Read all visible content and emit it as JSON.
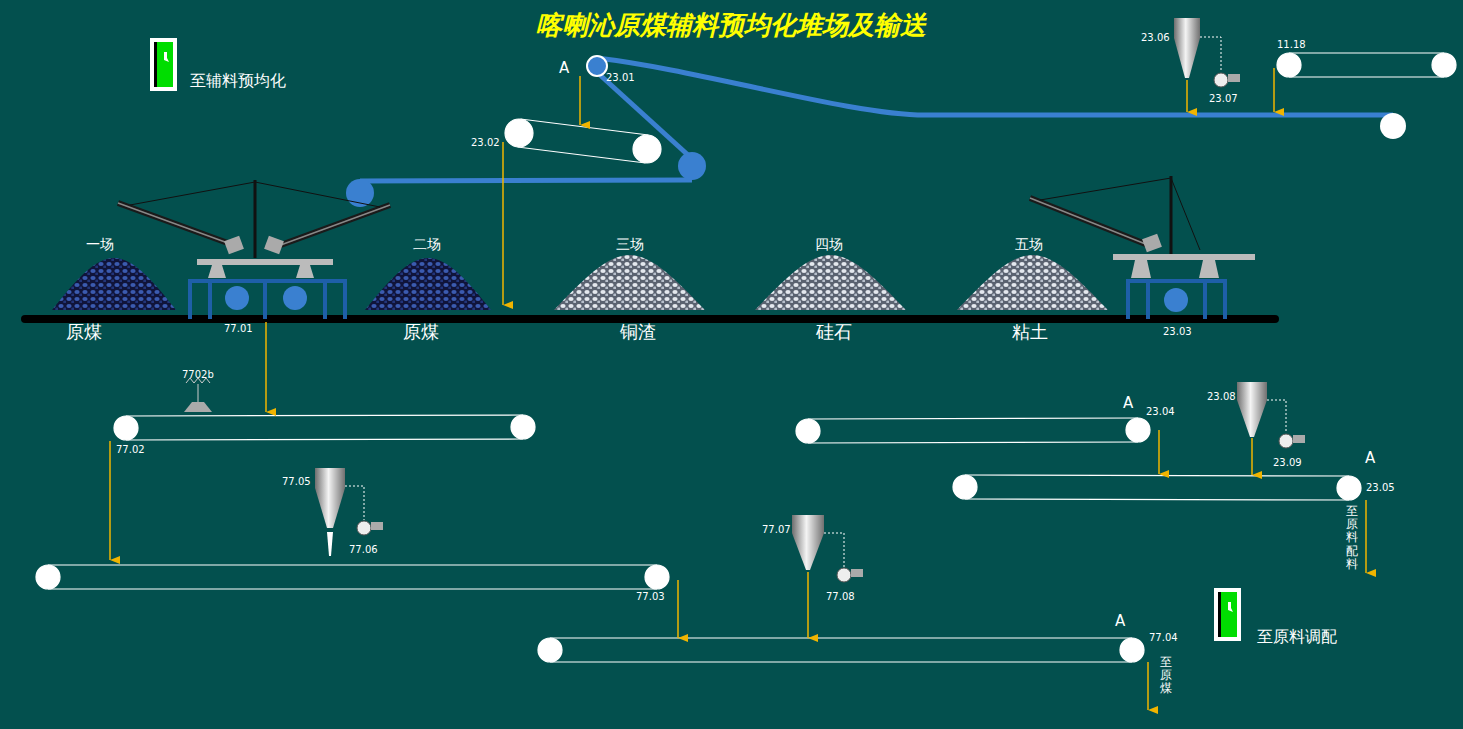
{
  "diagram": {
    "title": "喀喇沁原煤辅料预均化堆场及输送",
    "nodes": [
      {
        "text": [
          "至辅料预均化"
        ]
      },
      {
        "text": [
          "一场",
          "原煤"
        ]
      },
      {
        "text": [
          "二场",
          "原煤"
        ]
      },
      {
        "text": [
          "三场",
          "铜渣"
        ]
      },
      {
        "text": [
          "四场",
          "硅石"
        ]
      },
      {
        "text": [
          "五场",
          "粘土"
        ]
      },
      {
        "text": [
          "至原料调配"
        ]
      }
    ],
    "labels": [
      "A",
      "23.01",
      "23.02",
      "23.06",
      "23.07",
      "11.18",
      "77.01",
      "23.03",
      "7702b",
      "77.02",
      "77.05",
      "77.06",
      "77.03",
      "77.07",
      "77.08",
      "A",
      "23.04",
      "23.08",
      "23.09",
      "A",
      "23.05",
      "至原料配料",
      "77.04",
      "至原煤",
      "A"
    ]
  }
}
